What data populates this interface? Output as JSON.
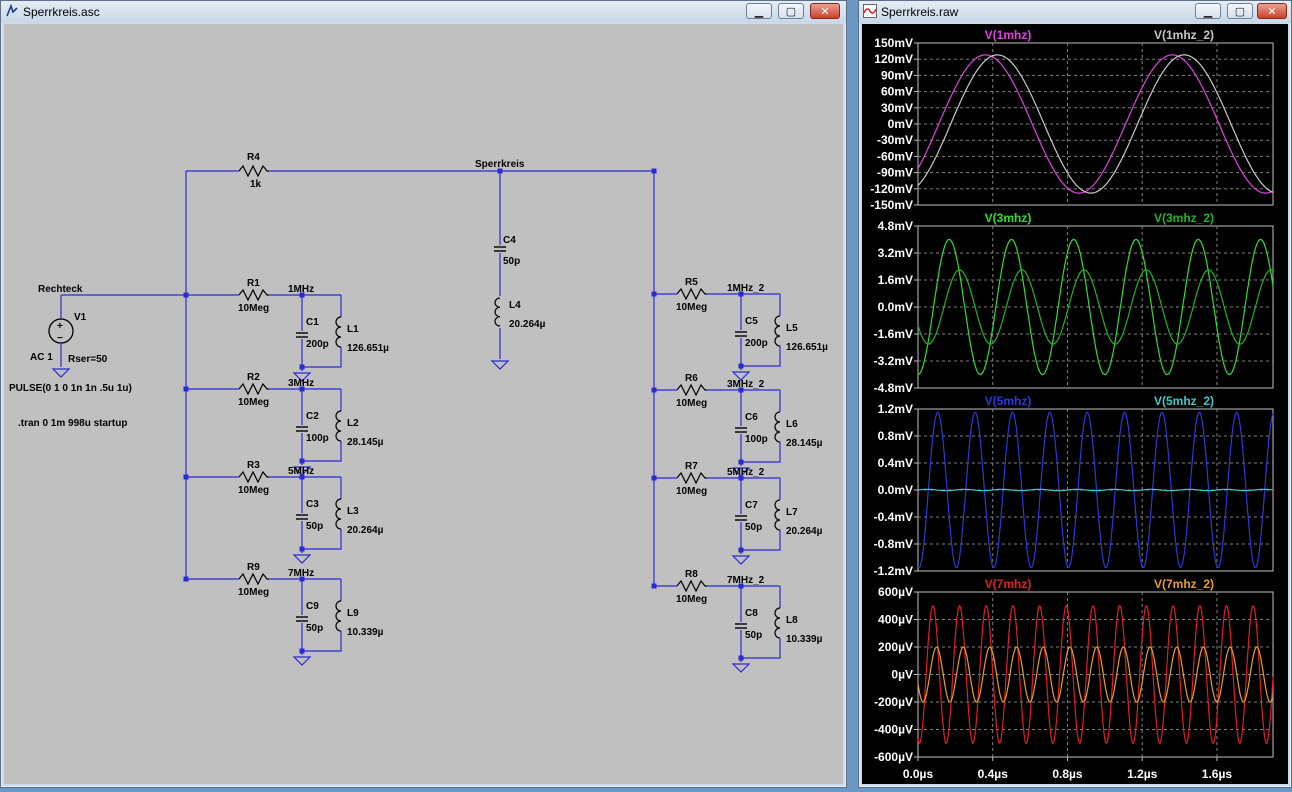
{
  "colors": {
    "desktop": "#6b97c4",
    "schematic_bg": "#c0c0c0",
    "wire": "#2a2ad4",
    "symbol": "#2a2ad4",
    "plot_bg": "#000000",
    "grid": "#808080",
    "trace_1mhz": "#e040e0",
    "trace_1mhz_2": "#c8c8c8",
    "trace_3mhz": "#2ee02e",
    "trace_3mhz_2": "#1fb51f",
    "trace_5mhz": "#2a3ad8",
    "trace_5mhz_2": "#3cc8c8",
    "trace_7mhz": "#e02020",
    "trace_7mhz_2": "#e8a020"
  },
  "schematic_window": {
    "title": "Sperrkreis.asc",
    "icon": "ltspice-schematic-icon",
    "buttons": {
      "minimize": "▁",
      "maximize": "▢",
      "close": "✕"
    }
  },
  "waveform_window": {
    "title": "Sperrkreis.raw",
    "icon": "waveform-icon",
    "buttons": {
      "minimize": "▁",
      "maximize": "▢",
      "close": "✕"
    }
  },
  "schematic": {
    "net_labels": [
      "Rechteck",
      "Sperrkreis",
      "1MHz",
      "3MHz",
      "5MHz",
      "7MHz",
      "1MHz_2",
      "3MHz_2",
      "5MHz_2",
      "7MHz_2"
    ],
    "source": {
      "name": "V1",
      "ac": "AC 1",
      "rser": "Rser=50",
      "value": "PULSE(0 1 0 1n 1n .5u 1u)"
    },
    "directive": ".tran 0 1m 998u startup",
    "r4": {
      "name": "R4",
      "value": "1k"
    },
    "c4": {
      "name": "C4",
      "value": "50p"
    },
    "l4": {
      "name": "L4",
      "value": "20.264µ"
    },
    "left_branches": [
      {
        "r": "R1",
        "rv": "10Meg",
        "c": "C1",
        "cv": "200p",
        "l": "L1",
        "lv": "126.651µ"
      },
      {
        "r": "R2",
        "rv": "10Meg",
        "c": "C2",
        "cv": "100p",
        "l": "L2",
        "lv": "28.145µ"
      },
      {
        "r": "R3",
        "rv": "10Meg",
        "c": "C3",
        "cv": "50p",
        "l": "L3",
        "lv": "20.264µ"
      },
      {
        "r": "R9",
        "rv": "10Meg",
        "c": "C9",
        "cv": "50p",
        "l": "L9",
        "lv": "10.339µ"
      }
    ],
    "right_branches": [
      {
        "r": "R5",
        "rv": "10Meg",
        "c": "C5",
        "cv": "200p",
        "l": "L5",
        "lv": "126.651µ"
      },
      {
        "r": "R6",
        "rv": "10Meg",
        "c": "C6",
        "cv": "100p",
        "l": "L6",
        "lv": "28.145µ"
      },
      {
        "r": "R7",
        "rv": "10Meg",
        "c": "C7",
        "cv": "50p",
        "l": "L7",
        "lv": "20.264µ"
      },
      {
        "r": "R8",
        "rv": "10Meg",
        "c": "C8",
        "cv": "50p",
        "l": "L8",
        "lv": "10.339µ"
      }
    ]
  },
  "chart_data": [
    {
      "type": "line",
      "title": "",
      "series": [
        {
          "name": "V(1mhz)",
          "color": "#e040e0",
          "amplitude_mV": 128,
          "frequency_MHz": 1,
          "phase_deg": -40
        },
        {
          "name": "V(1mhz_2)",
          "color": "#c8c8c8",
          "amplitude_mV": 128,
          "frequency_MHz": 1,
          "phase_deg": -63
        }
      ],
      "x_range_us": [
        0,
        1.9
      ],
      "y_ticks": [
        "150mV",
        "120mV",
        "90mV",
        "60mV",
        "30mV",
        "0mV",
        "-30mV",
        "-60mV",
        "-90mV",
        "-120mV",
        "-150mV"
      ],
      "ylim": [
        -150,
        150
      ]
    },
    {
      "type": "line",
      "title": "",
      "series": [
        {
          "name": "V(3mhz)",
          "color": "#2ee02e",
          "amplitude_mV": 4.0,
          "frequency_MHz": 3,
          "phase_deg": -90
        },
        {
          "name": "V(3mhz_2)",
          "color": "#1fb51f",
          "amplitude_mV": 2.2,
          "frequency_MHz": 3,
          "phase_deg": -150
        }
      ],
      "x_range_us": [
        0,
        1.9
      ],
      "y_ticks": [
        "4.8mV",
        "3.2mV",
        "1.6mV",
        "0.0mV",
        "-1.6mV",
        "-3.2mV",
        "-4.8mV"
      ],
      "ylim": [
        -4.8,
        4.8
      ]
    },
    {
      "type": "line",
      "title": "",
      "series": [
        {
          "name": "V(5mhz)",
          "color": "#2a3ad8",
          "amplitude_mV": 1.15,
          "frequency_MHz": 5,
          "phase_deg": -100
        },
        {
          "name": "V(5mhz_2)",
          "color": "#3cc8c8",
          "amplitude_mV": 0.01,
          "frequency_MHz": 5,
          "phase_deg": 0
        }
      ],
      "x_range_us": [
        0,
        1.9
      ],
      "y_ticks": [
        "1.2mV",
        "0.8mV",
        "0.4mV",
        "0.0mV",
        "-0.4mV",
        "-0.8mV",
        "-1.2mV"
      ],
      "ylim": [
        -1.2,
        1.2
      ]
    },
    {
      "type": "line",
      "title": "",
      "series": [
        {
          "name": "V(7mhz)",
          "color": "#e02020",
          "amplitude_mV": 0.5,
          "frequency_MHz": 7,
          "phase_deg": -110
        },
        {
          "name": "V(7mhz_2)",
          "color": "#e8a020",
          "amplitude_mV": 0.2,
          "frequency_MHz": 7,
          "phase_deg": -160
        }
      ],
      "x_range_us": [
        0,
        1.9
      ],
      "y_ticks": [
        "600µV",
        "400µV",
        "200µV",
        "0µV",
        "-200µV",
        "-400µV",
        "-600µV"
      ],
      "ylim": [
        -0.6,
        0.6
      ],
      "x_ticks": [
        "0.0µs",
        "0.4µs",
        "0.8µs",
        "1.2µs",
        "1.6µs"
      ]
    }
  ]
}
